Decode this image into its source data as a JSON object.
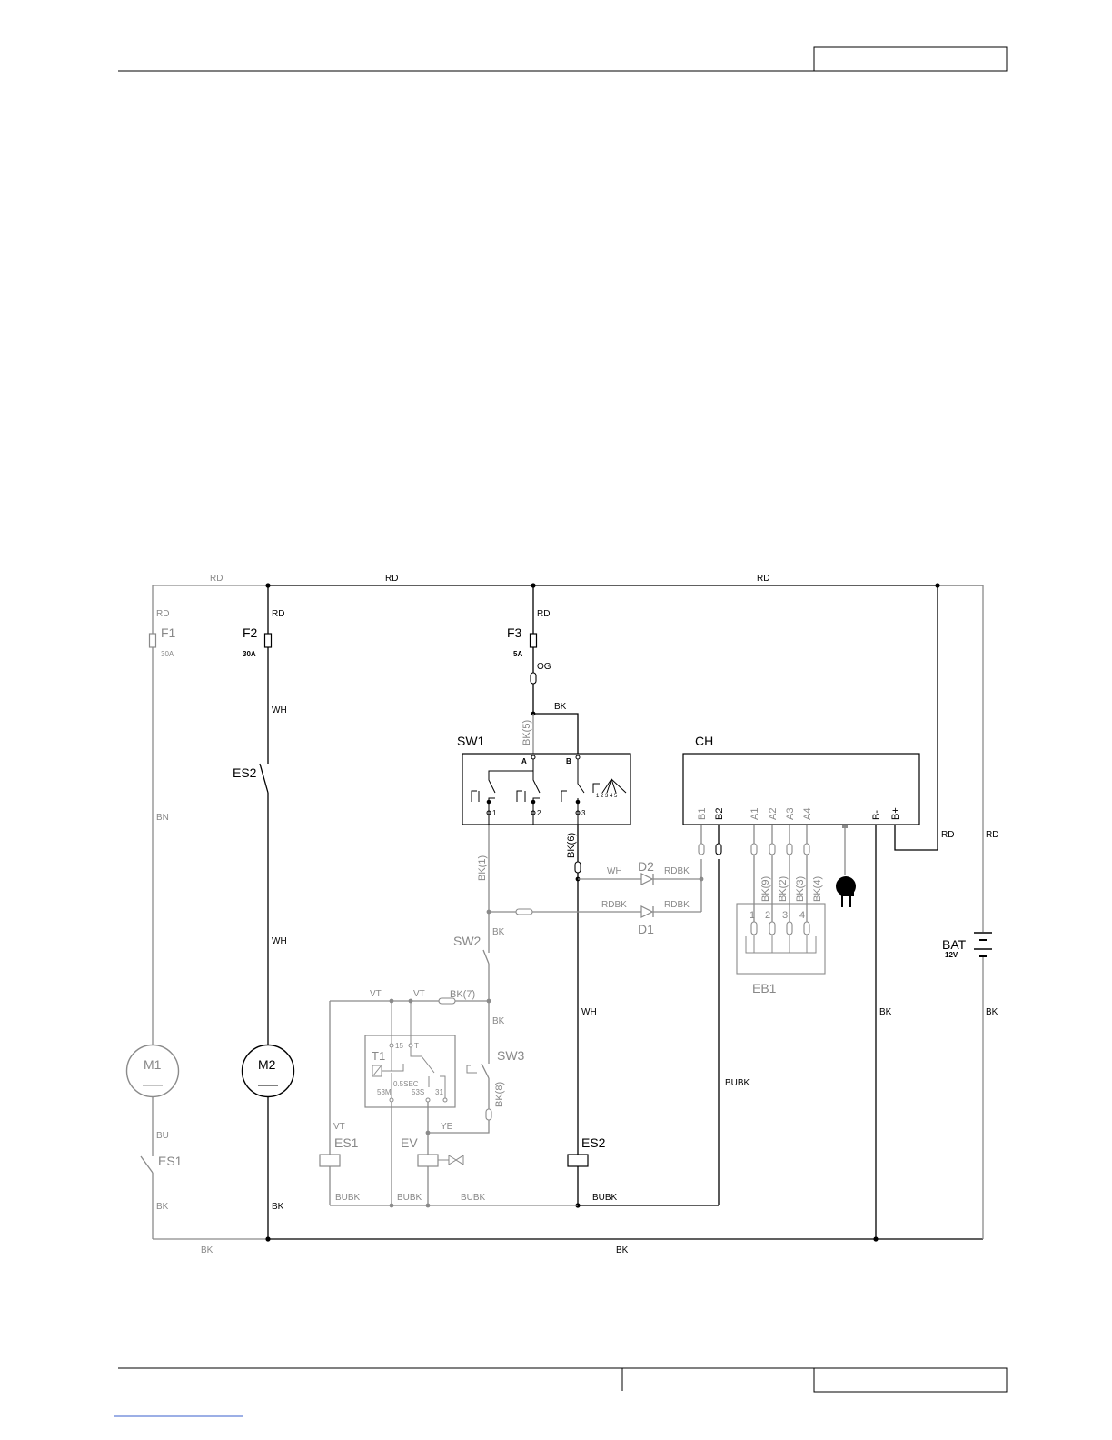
{
  "page": {
    "header_box": "",
    "footer_box": ""
  },
  "components": {
    "F1": "F1",
    "F1_rating": "30A",
    "F2": "F2",
    "F2_rating": "30A",
    "F3": "F3",
    "F3_rating": "5A",
    "SW1": "SW1",
    "CH": "CH",
    "ES2_top": "ES2",
    "ES2_coil": "ES2",
    "M1": "M1",
    "M2": "M2",
    "ES1_switch": "ES1",
    "ES1_coil": "ES1",
    "EV": "EV",
    "T1": "T1",
    "SW2": "SW2",
    "SW3": "SW3",
    "D1": "D1",
    "D2": "D2",
    "EB1": "EB1",
    "BAT": "BAT",
    "BAT_voltage": "12V"
  },
  "sw1_terminals": {
    "A": "A",
    "B": "B",
    "t1": "1",
    "t2": "2",
    "t3": "3"
  },
  "ch_terminals": [
    "B1",
    "B2",
    "A1",
    "A2",
    "A3",
    "A4",
    "B-",
    "B+"
  ],
  "t1_terminals": {
    "t15": "15",
    "tT": "T",
    "t53M": "53M",
    "t53S": "53S",
    "t31": "31",
    "delay": "0.5SEC"
  },
  "eb1_pins": [
    "1",
    "2",
    "3",
    "4"
  ],
  "wire_labels": {
    "rd_top_left": "RD",
    "rd_top_mid": "RD",
    "rd_top_right": "RD",
    "rd_f1": "RD",
    "rd_f2": "RD",
    "rd_f3": "RD",
    "wh_f2": "WH",
    "og_f3": "OG",
    "bk_sw1_top": "BK",
    "bk5": "BK(5)",
    "bn_m1": "BN",
    "wh_m2": "WH",
    "bk6": "BK(6)",
    "bk1": "BK(1)",
    "wh_d2": "WH",
    "rdbk_d2": "RDBK",
    "rdbk_d1_left": "RDBK",
    "rdbk_d1_right": "RDBK",
    "bk_sw2": "BK",
    "bk7": "BK(7)",
    "vt1": "VT",
    "vt2": "VT",
    "bk_sw3": "BK",
    "bk8": "BK(8)",
    "ye": "YE",
    "vt_es1": "VT",
    "wh_es2": "WH",
    "bubk_ch": "BUBK",
    "bubk1": "BUBK",
    "bubk2": "BUBK",
    "bubk3": "BUBK",
    "bubk4": "BUBK",
    "bu_m1": "BU",
    "bk_m1": "BK",
    "bk_m2": "BK",
    "bk9": "BK(9)",
    "bk2": "BK(2)",
    "bk3": "BK(3)",
    "bk4": "BK(4)",
    "rd_chb": "RD",
    "rd_bat": "RD",
    "bk_chminus": "BK",
    "bk_bat": "BK",
    "bk_bottom_left": "BK",
    "bk_bottom_mid": "BK"
  }
}
